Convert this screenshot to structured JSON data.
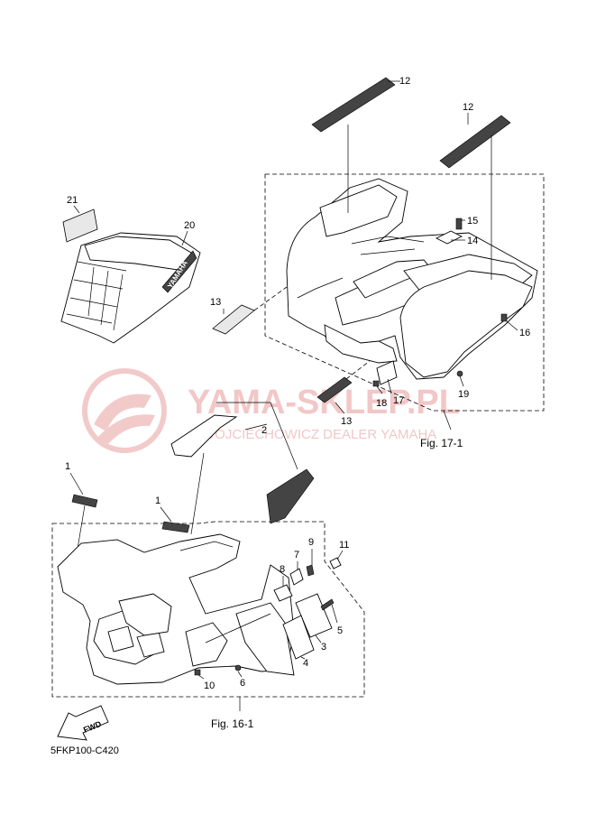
{
  "watermark": {
    "brand": "YAMA-SKLEP.PL",
    "tagline": "WOJCIECHOWICZ DEALER YAMAHA"
  },
  "fig17": {
    "caption": "Fig. 17-1",
    "callouts": {
      "c12a": "12",
      "c12b": "12",
      "c13a": "13",
      "c13b": "13",
      "c14": "14",
      "c15": "15",
      "c16": "16",
      "c17": "17",
      "c18": "18",
      "c19": "19",
      "c20": "20",
      "c21": "21"
    },
    "panel_brand": "YAMAHA"
  },
  "fig16": {
    "caption": "Fig. 16-1",
    "callouts": {
      "c1a": "1",
      "c1b": "1",
      "c2": "2",
      "c3": "3",
      "c4": "4",
      "c5": "5",
      "c6": "6",
      "c7": "7",
      "c8": "8",
      "c9": "9",
      "c10": "10",
      "c11": "11"
    }
  },
  "fwd_label": "FWD",
  "drawing_code": "5FKP100-C420"
}
